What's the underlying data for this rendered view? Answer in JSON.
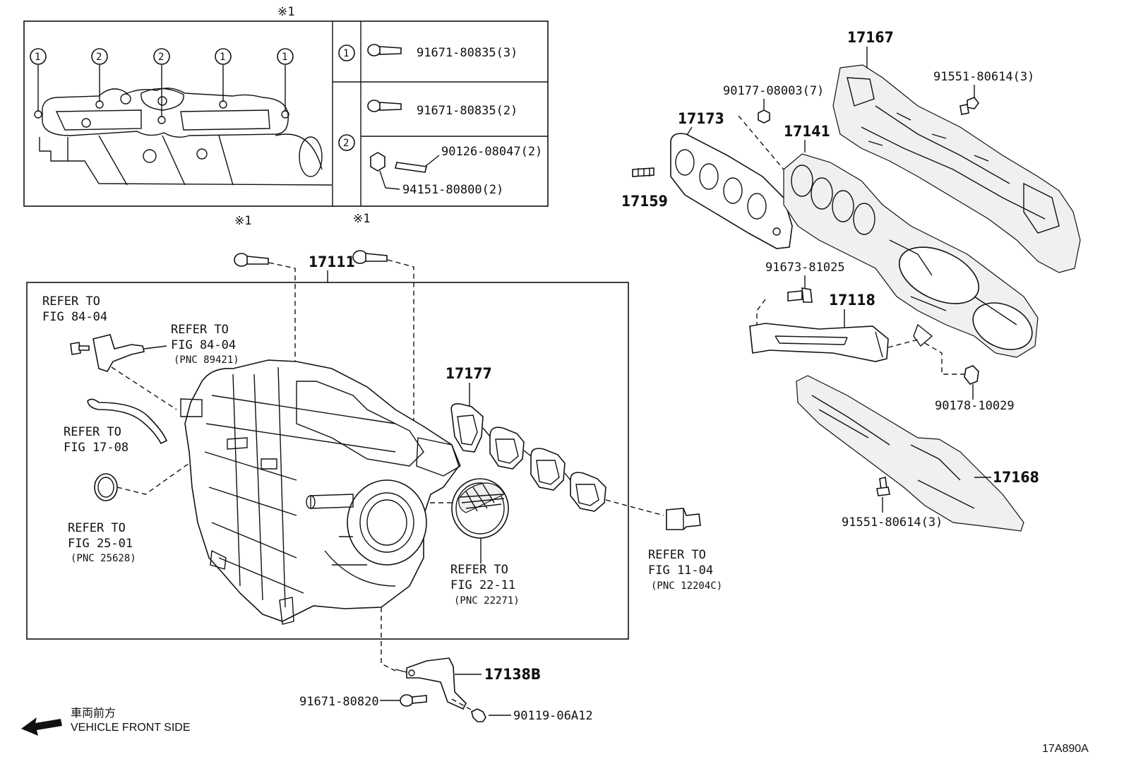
{
  "inset": {
    "marker": "※1",
    "callouts": [
      "1",
      "2",
      "2",
      "1",
      "1"
    ],
    "legend": [
      {
        "num": "1",
        "parts": [
          "91671-80835(3)"
        ]
      },
      {
        "num": "2",
        "parts": [
          "91671-80835(2)",
          "90126-08047(2)",
          "94151-80800(2)"
        ]
      }
    ]
  },
  "parts": {
    "p17111": "17111",
    "p17177": "17177",
    "p17138B": "17138B",
    "p91671_80820": "91671-80820",
    "p90119_06A12": "90119-06A12",
    "p17167": "17167",
    "p91551_80614_top": "91551-80614(3)",
    "p90177_08003": "90177-08003(7)",
    "p17173": "17173",
    "p17141": "17141",
    "p17159": "17159",
    "p91673_81025": "91673-81025",
    "p17118": "17118",
    "p90178_10029": "90178-10029",
    "p17168": "17168",
    "p91551_80614_bot": "91551-80614(3)",
    "marker_left": "※1",
    "marker_right": "※1"
  },
  "refs": {
    "r1": {
      "l1": "REFER TO",
      "l2": "FIG 84-04",
      "l3": ""
    },
    "r2": {
      "l1": "REFER TO",
      "l2": "FIG 84-04",
      "l3": "(PNC 89421)"
    },
    "r3": {
      "l1": "REFER TO",
      "l2": "FIG 17-08",
      "l3": ""
    },
    "r4": {
      "l1": "REFER TO",
      "l2": "FIG 25-01",
      "l3": "(PNC 25628)"
    },
    "r5": {
      "l1": "REFER TO",
      "l2": "FIG 22-11",
      "l3": "(PNC 22271)"
    },
    "r6": {
      "l1": "REFER TO",
      "l2": "FIG 11-04",
      "l3": "(PNC 12204C)"
    }
  },
  "direction": {
    "jp": "車両前方",
    "en": "VEHICLE FRONT SIDE"
  },
  "diagram_id": "17A890A"
}
